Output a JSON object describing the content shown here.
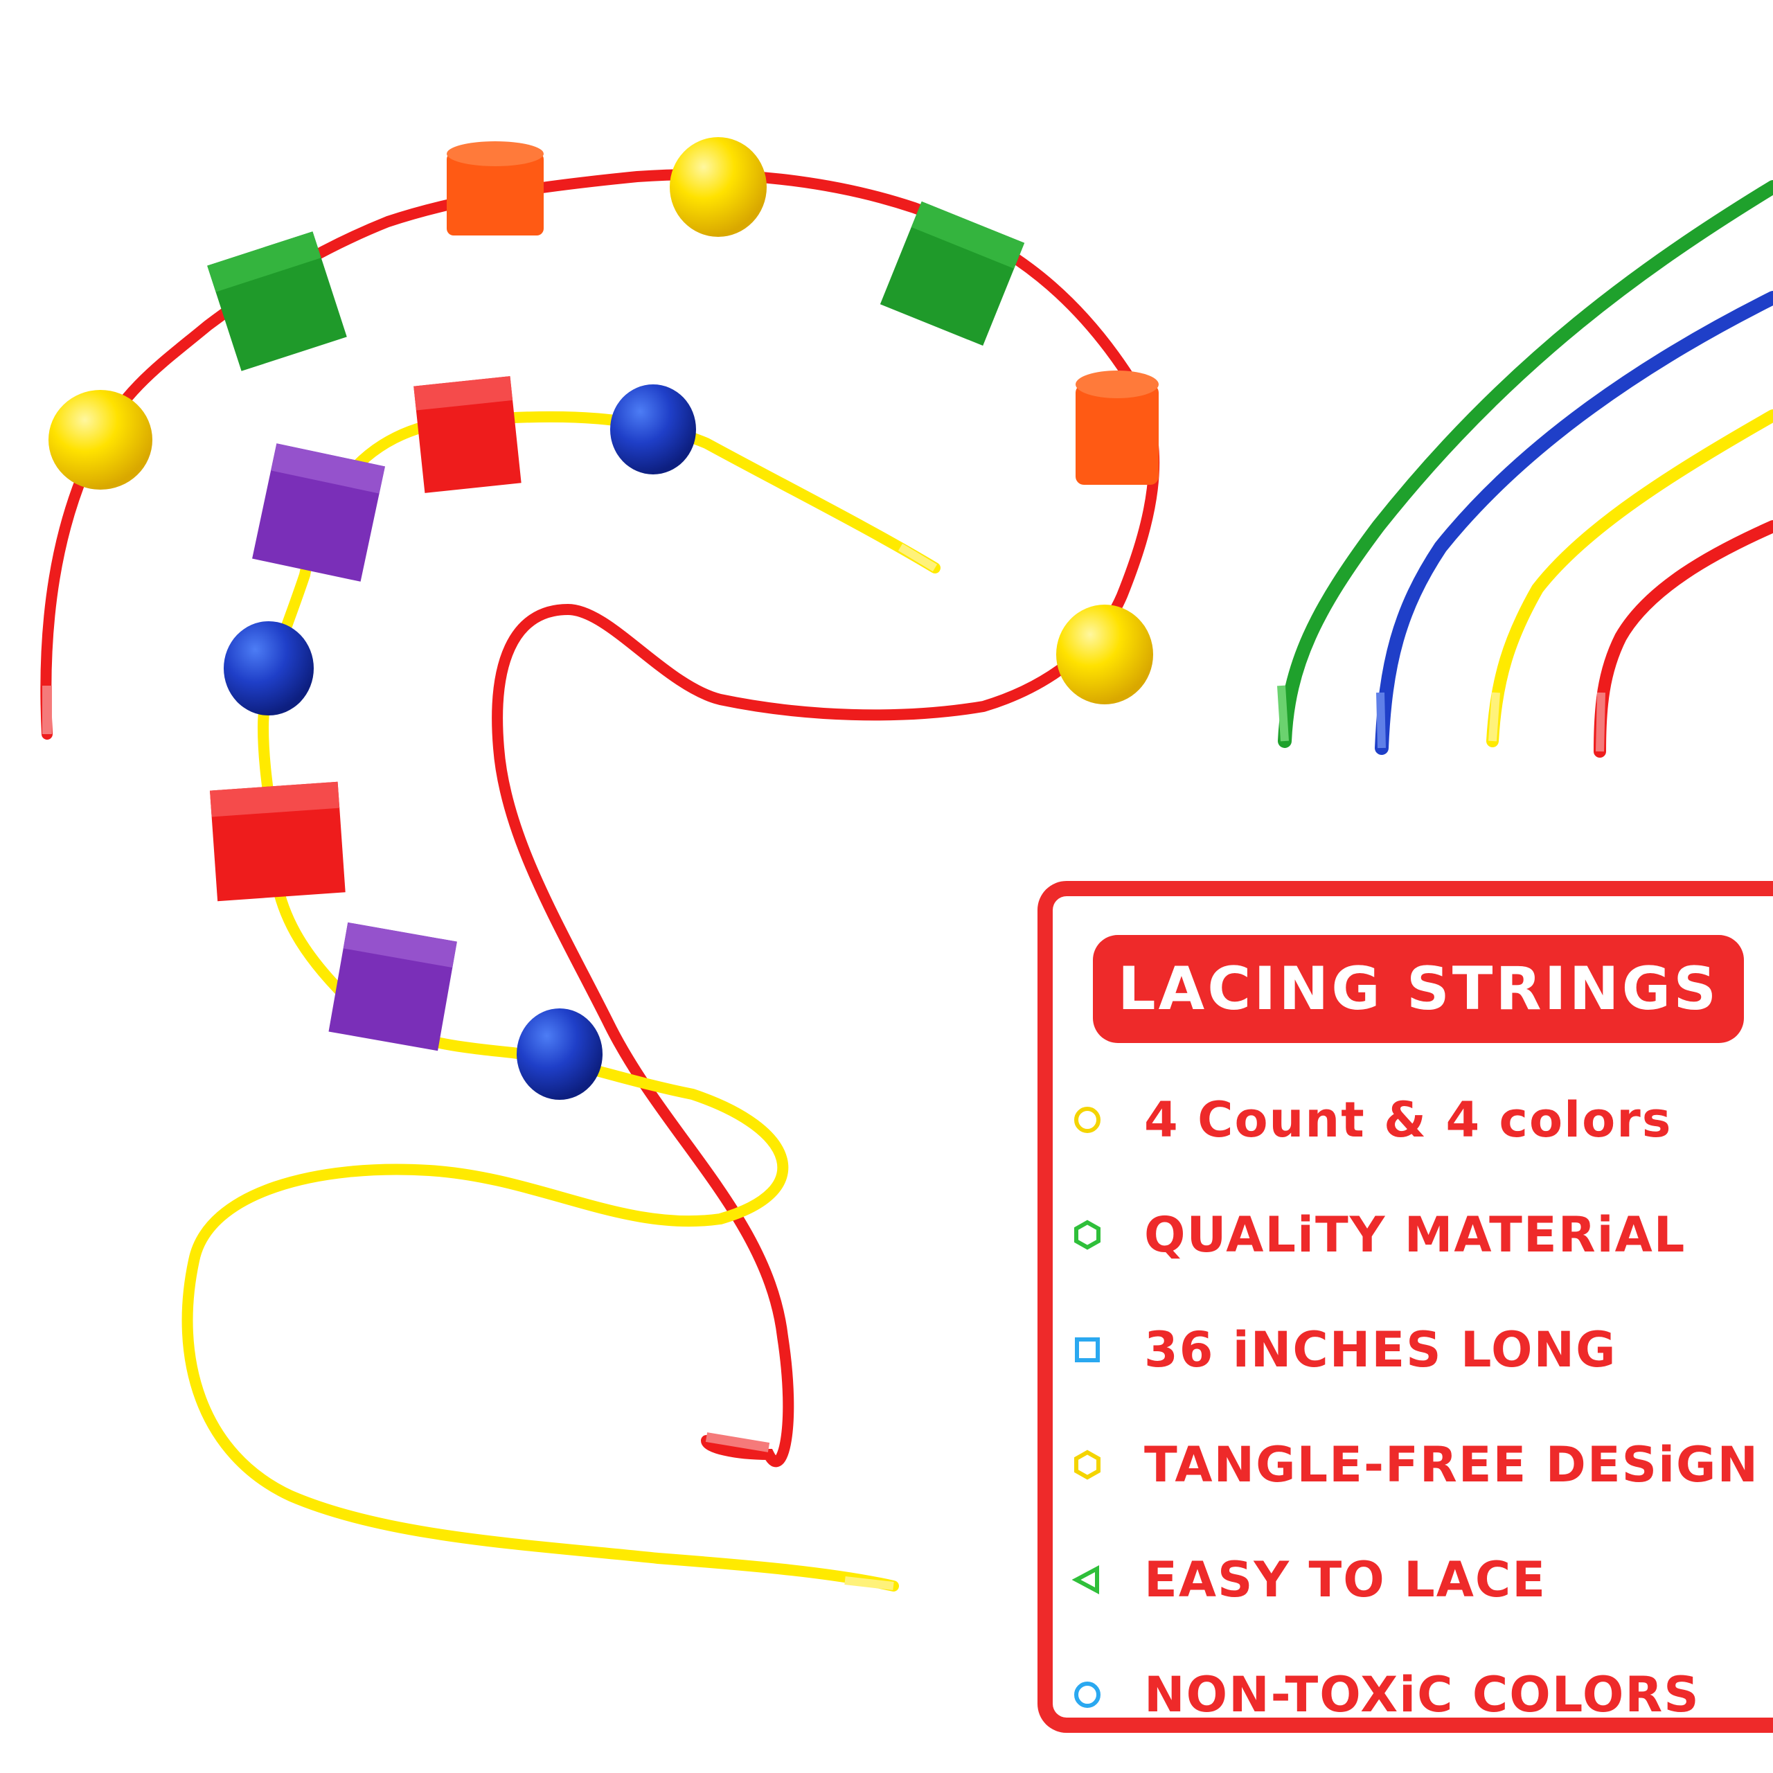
{
  "panel": {
    "title": "LACiNG STRiNGS",
    "features": [
      {
        "label": "4 Count & 4 colors",
        "icon": "yellow-circle-bullet-icon",
        "color": "#f4d400"
      },
      {
        "label": "QUALiTY MATERiAL",
        "icon": "green-hexagon-bullet-icon",
        "color": "#2fbf3a"
      },
      {
        "label": "36 iNCHES LONG",
        "icon": "blue-square-bullet-icon",
        "color": "#2aa8f0"
      },
      {
        "label": "TANGLE-FREE DESiGN",
        "icon": "yellow-hexagon-bullet-icon",
        "color": "#f4d400"
      },
      {
        "label": "EASY TO LACE",
        "icon": "green-triangle-bullet-icon",
        "color": "#2fbf3a"
      },
      {
        "label": "NON-TOXiC COLORS",
        "icon": "blue-circle-bullet-icon",
        "color": "#2aa8f0"
      }
    ]
  },
  "colors": {
    "red": "#ee1c1c",
    "yellow": "#ffec00",
    "green": "#1f9a2a",
    "blue": "#1f3fc8",
    "orange": "#ff5a14",
    "purple": "#7a2fb8",
    "panel_red": "#ee2a2a"
  },
  "photo": {
    "strings": [
      "green-string",
      "blue-string",
      "yellow-string",
      "red-string"
    ],
    "beads": [
      "cube",
      "cylinder",
      "sphere"
    ]
  }
}
